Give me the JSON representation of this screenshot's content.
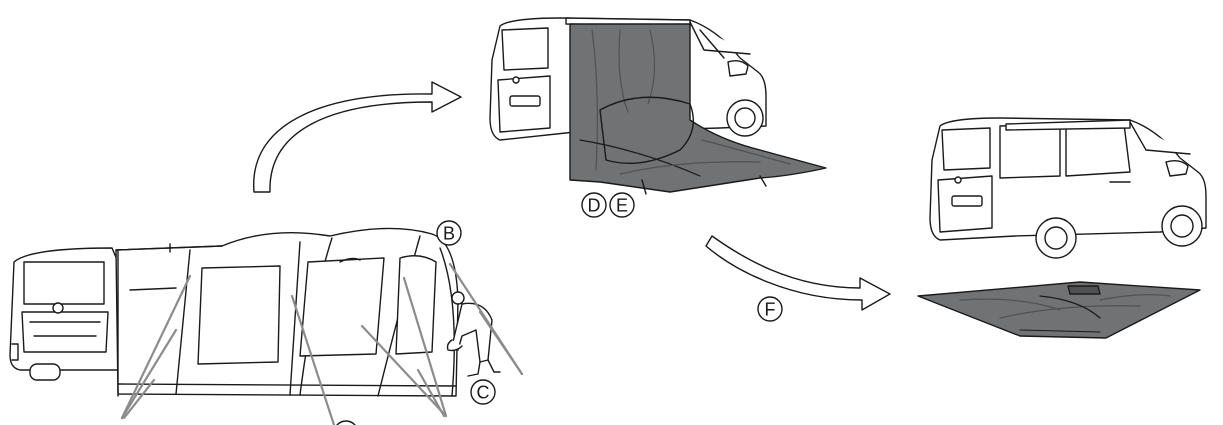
{
  "diagram": {
    "labels": {
      "b": "B",
      "c": "C",
      "d": "D",
      "e": "E",
      "f": "F"
    },
    "colors": {
      "line": "#1a1a1a",
      "fabric": "#707274",
      "fabric_dark": "#4f5153",
      "pointer": "#8c8c8c",
      "panel": "#ffffff"
    },
    "icons": {
      "step_arrow_1": "curved-arrow-up-right",
      "step_arrow_2": "curved-arrow-down-right"
    }
  }
}
